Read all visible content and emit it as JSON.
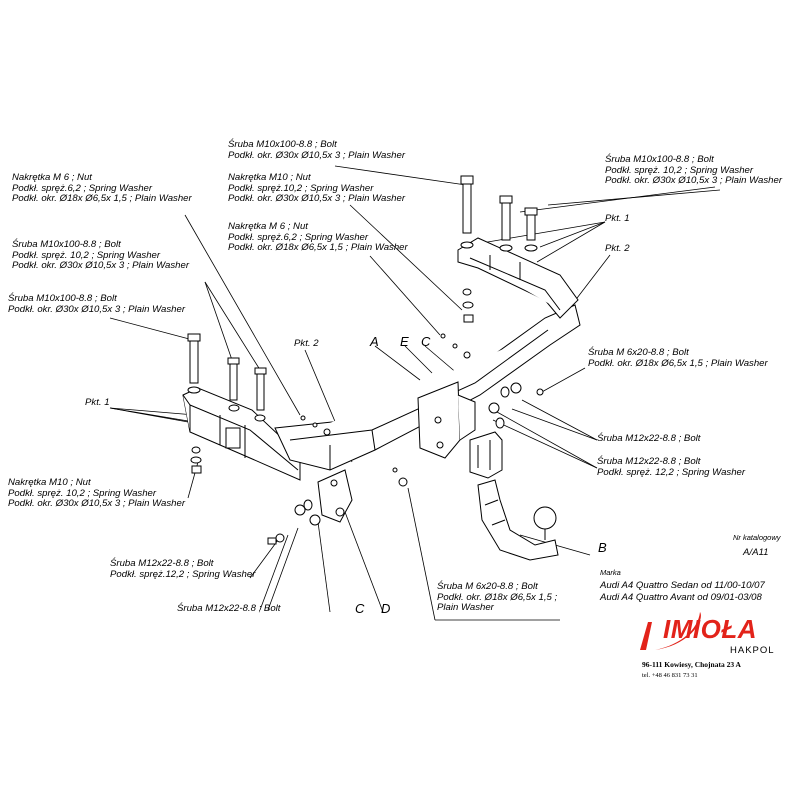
{
  "labels": {
    "l1": [
      "Śruba M10x100-8.8 ;  Bolt",
      "Podkł. okr.  Ø30x Ø10,5x 3 ; Plain Washer"
    ],
    "l2": [
      "Nakrętka  M10 ; Nut",
      "Podkł. spręż.10,2 ; Spring Washer",
      "Podkł. okr.  Ø30x Ø10,5x 3 ; Plain Washer"
    ],
    "l3": [
      "Nakrętka  M 6 ; Nut",
      "Podkł. spręż.6,2 ; Spring Washer",
      "Podkł. okr.  Ø18x Ø6,5x 1,5 ; Plain Washer"
    ],
    "l4": [
      "Śruba M10x100-8.8 ;  Bolt",
      "Podkł. spręż. 10,2 ; Spring Washer",
      "Podkł. okr.  Ø30x Ø10,5x 3 ; Plain Washer"
    ],
    "l5": [
      "Nakrętka  M 6 ; Nut",
      "Podkł. spręż.6,2 ; Spring Washer",
      "Podkł. okr.  Ø18x Ø6,5x 1,5 ; Plain Washer"
    ],
    "l6": [
      "Śruba M10x100-8.8 ;  Bolt",
      "Podkł. spręż. 10,2 ; Spring Washer",
      "Podkł. okr.  Ø30x Ø10,5x 3 ; Plain Washer"
    ],
    "l7": [
      "Śruba M10x100-8.8 ;  Bolt",
      "Podkł. okr.  Ø30x Ø10,5x 3 ; Plain Washer"
    ],
    "l8": [
      "Śruba M 6x20-8.8 ;  Bolt",
      "Podkł. okr.  Ø18x Ø6,5x 1,5 ; Plain Washer"
    ],
    "l9": [
      "Śruba M12x22-8.8 ;  Bolt"
    ],
    "l10": [
      "Śruba M12x22-8.8 ;  Bolt",
      "Podkł. spręż. 12,2 ; Spring Washer"
    ],
    "l11": [
      "Nakrętka  M10 ; Nut",
      "Podkł. spręż. 10,2 ; Spring Washer",
      "Podkł. okr.  Ø30x Ø10,5x 3 ; Plain Washer"
    ],
    "l12": [
      "Śruba M12x22-8.8 ;  Bolt",
      "Podkł. spręż.12,2 ; Spring Washer"
    ],
    "l13": [
      "Śruba M12x22-8.8 ;  Bolt"
    ],
    "l14": [
      "Śruba M 6x20-8.8 ;  Bolt",
      "Podkł. okr.  Ø18x Ø6,5x 1,5 ;",
      "Plain Washer"
    ]
  },
  "pkt": {
    "p1_right": "Pkt. 1",
    "p2_right": "Pkt. 2",
    "p2_left": "Pkt. 2",
    "p1_left": "Pkt. 1"
  },
  "letters": {
    "a": "A",
    "e": "E",
    "c_top": "C",
    "b": "B",
    "c_bottom": "C",
    "d": "D"
  },
  "meta": {
    "catalog_label": "Nr katalogowy",
    "catalog_number": "A/A11",
    "marka_label": "Marka",
    "models": [
      "Audi A4 Quattro Sedan   od  11/00-10/07",
      "Audi A4 Quattro Avant   od  09/01-03/08"
    ]
  },
  "company": {
    "logo": "IMIOŁA",
    "sub": "HAKPOL",
    "address": "96-111 Kowiesy, Chojnata 23 A",
    "tel": "tel. +48 46 831 73 31"
  },
  "colors": {
    "logo_red": "#e2231a",
    "line": "#000000"
  }
}
